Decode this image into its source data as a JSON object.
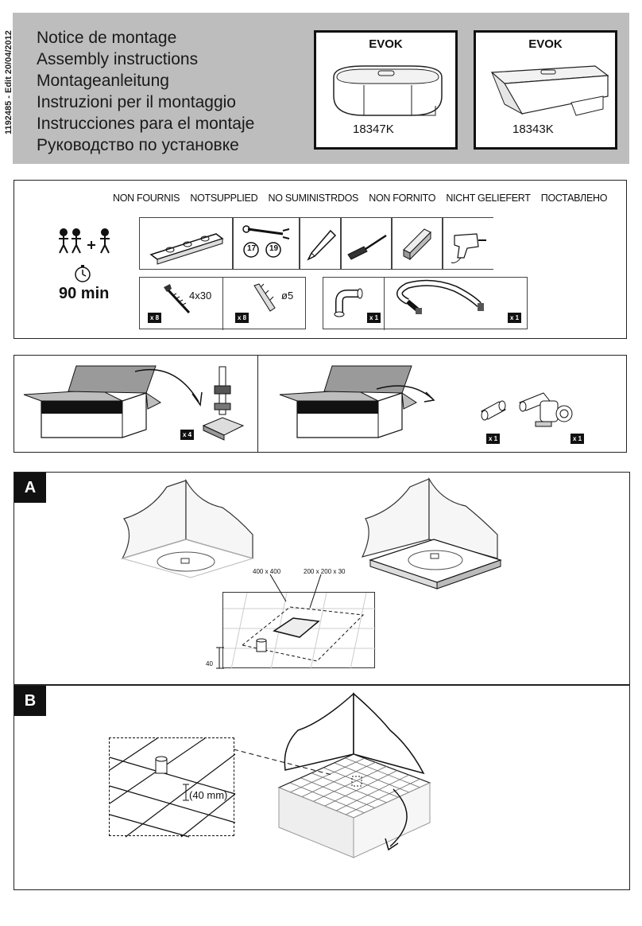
{
  "doc_number": "1192485 - Edit 20/04/2012",
  "titles": [
    "Notice de montage",
    "Assembly instructions",
    "Montageanleitung",
    "Instruzioni per il montaggio",
    "Instrucciones para el montaje",
    "Руководство по установке"
  ],
  "models": [
    {
      "name": "EVOK",
      "code": "18347K"
    },
    {
      "name": "EVOK",
      "code": "18343K"
    }
  ],
  "not_supplied": [
    "NON FOURNIS",
    "NOTSUPPLIED",
    "NO SUMINISTRDOS",
    "NON FORNITO",
    "NICHT GELIEFERT",
    "ПОСТАВЛЕНО"
  ],
  "time": "90 min",
  "wrenches": [
    "17",
    "19"
  ],
  "parts": {
    "screw_size": "4x30",
    "screw_qty": "x 8",
    "plug_size": "ø5",
    "plug_qty": "x 8",
    "elbow_qty": "x 1",
    "hose_qty": "x 1"
  },
  "contents": {
    "feet_qty": "x 4",
    "pipe_qty": "x 1",
    "trap_qty": "x 1"
  },
  "section_a": {
    "letter": "A",
    "dim_outer": "400 x 400",
    "dim_inner": "200 x 200 x 30",
    "height": "40"
  },
  "section_b": {
    "letter": "B",
    "height": "(40 mm)"
  }
}
